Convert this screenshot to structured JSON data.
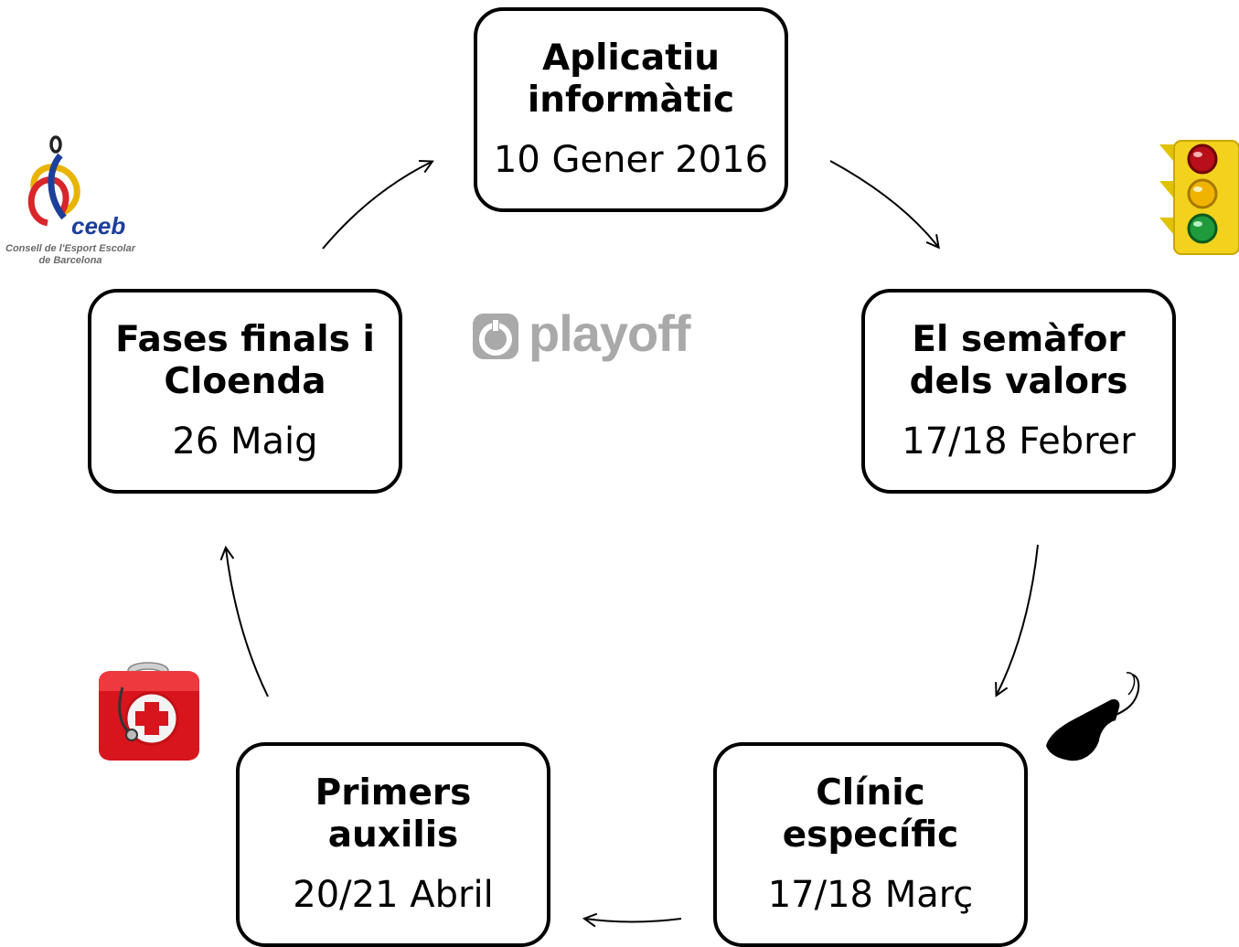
{
  "nodes": [
    {
      "id": "aplicatiu",
      "title": "Aplicatiu informàtic",
      "date": "10 Gener 2016"
    },
    {
      "id": "semafor",
      "title": "El semàfor dels valors",
      "date": "17/18 Febrer"
    },
    {
      "id": "clinic",
      "title": "Clínic específic",
      "date": "17/18 Març"
    },
    {
      "id": "primers",
      "title": "Primers auxilis",
      "date": "20/21 Abril"
    },
    {
      "id": "fases",
      "title": "Fases finals i Cloenda",
      "date": "26 Maig"
    }
  ],
  "logos": {
    "ceeb_word": "ceeb",
    "ceeb_caption": "Consell de l'Esport Escolar de Barcelona",
    "playoff_word": "playoff"
  },
  "icons": [
    "ceeb-logo-icon",
    "playoff-logo-icon",
    "traffic-light-icon",
    "whistle-icon",
    "first-aid-kit-icon"
  ],
  "colors": {
    "border": "#000000",
    "text": "#000000",
    "playoff_gray": "#a9a9a9",
    "ceeb_blue": "#1d3f9a"
  }
}
